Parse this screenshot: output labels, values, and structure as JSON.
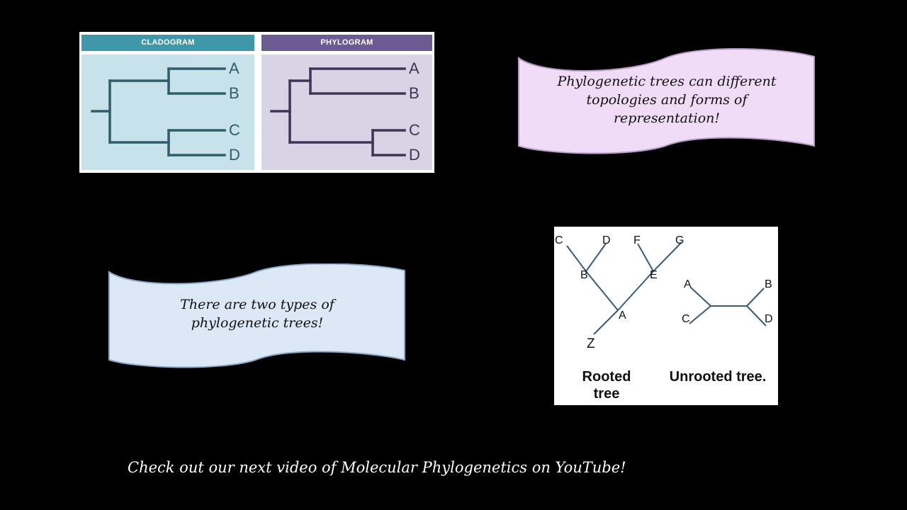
{
  "slide": {
    "background": "#000000"
  },
  "cladogram_figure": {
    "cladogram": {
      "title": "CLADOGRAM",
      "header_color": "#3f97aa",
      "body_color": "#c7e2ea",
      "line_color": "#2f5d6b",
      "leaves": [
        "A",
        "B",
        "C",
        "D"
      ]
    },
    "phylogram": {
      "title": "PHYLOGRAM",
      "header_color": "#6c5a93",
      "body_color": "#d9d3e6",
      "line_color": "#3f3557",
      "leaves": [
        "A",
        "B",
        "C",
        "D"
      ]
    }
  },
  "banner_top": {
    "lines": [
      "Phylogenetic trees can different",
      "topologies and forms of",
      "representation!"
    ],
    "fill": "#f1dcf7",
    "stroke": "#b79ac6"
  },
  "banner_bottom": {
    "lines": [
      "There are two types of",
      "phylogenetic trees!"
    ],
    "fill": "#dce8f5",
    "stroke": "#8aa8c8"
  },
  "tree_figure": {
    "rooted": {
      "nodes": [
        "C",
        "D",
        "F",
        "G",
        "B",
        "E",
        "A",
        "Z"
      ],
      "caption_lines": [
        "Rooted",
        "tree"
      ]
    },
    "unrooted": {
      "nodes": [
        "A",
        "B",
        "C",
        "D"
      ],
      "caption": "Unrooted tree."
    },
    "line_color": "#3b5878"
  },
  "footer": {
    "text": "Check out our next video of Molecular Phylogenetics on YouTube!"
  }
}
